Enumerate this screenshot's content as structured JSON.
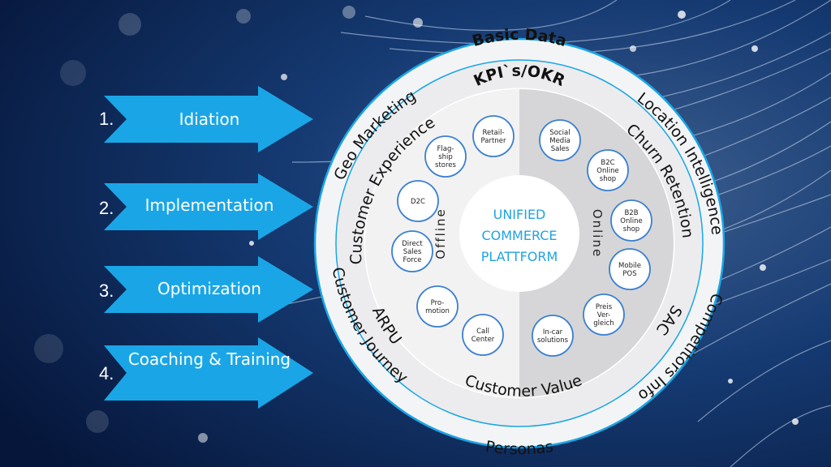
{
  "colors": {
    "accent": "#1aa6e6",
    "bubble_border": "#3b7fd0",
    "center_text": "#21a3e0",
    "bg_dark": "#0a1f46"
  },
  "steps": [
    {
      "number": "1.",
      "label": "Idiation"
    },
    {
      "number": "2.",
      "label": "Implementation"
    },
    {
      "number": "3.",
      "label": "Optimization"
    },
    {
      "number": "4.",
      "label": "Coaching & Training"
    }
  ],
  "outer_ring": {
    "top": "Basic Data",
    "bottom": "Personas",
    "left_top": "Geo Marketing",
    "left_bottom": "Customer Journey",
    "right_top": "Location Intelligence",
    "right_bottom": "Competitors Info"
  },
  "middle_ring": {
    "top": "KPI`s/OKR",
    "bottom": "Customer Value",
    "left_top": "Customer Experience",
    "left_bottom": "ARPU",
    "right_top": "Churn Retention",
    "right_bottom": "SAC"
  },
  "offline": {
    "label": "Offline",
    "channels": [
      "Retail-Partner",
      "Flag-ship stores",
      "D2C",
      "Direct Sales Force",
      "Pro-motion",
      "Call Center"
    ]
  },
  "online": {
    "label": "Online",
    "channels": [
      "Social Media Sales",
      "B2C Online shop",
      "B2B Online shop",
      "Mobile POS",
      "Preis Ver-gleich",
      "In-car solutions"
    ]
  },
  "center": {
    "line1": "UNIFIED",
    "line2": "COMMERCE",
    "line3": "PLATTFORM"
  }
}
